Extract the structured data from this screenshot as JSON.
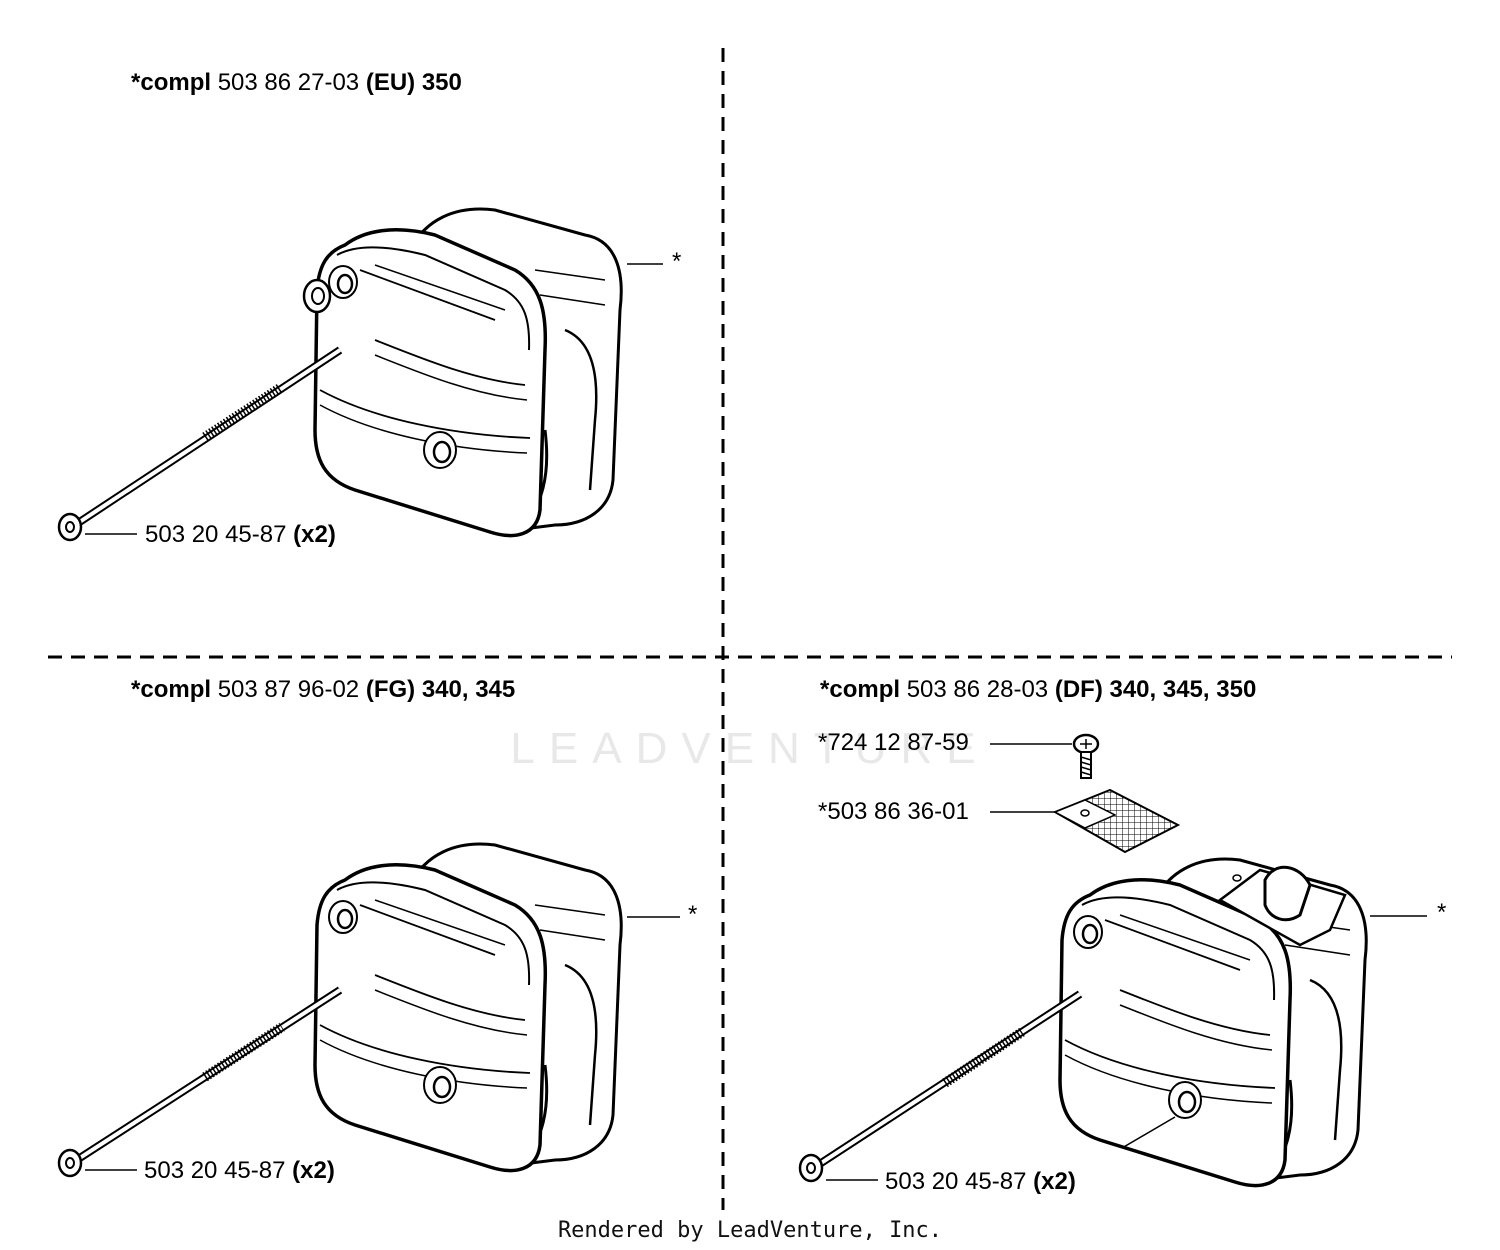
{
  "sections": [
    {
      "kit_prefix": "*compl",
      "kit_number": "503 86 27-03",
      "variant": "(EU)",
      "models": "350",
      "bolt": {
        "part": "503 20 45-87",
        "qty": "(x2)"
      },
      "muffler_ref": "*"
    },
    {
      "kit_prefix": "*compl",
      "kit_number": "503 87 96-02",
      "variant": "(FG)",
      "models": "340, 345",
      "bolt": {
        "part": "503 20 45-87",
        "qty": "(x2)"
      },
      "muffler_ref": "*"
    },
    {
      "kit_prefix": "*compl",
      "kit_number": "503 86 28-03",
      "variant": "(DF)",
      "models": "340, 345, 350",
      "screw": "*724 12 87-59",
      "screen": "*503 86 36-01",
      "bolt": {
        "part": "503 20 45-87",
        "qty": "(x2)"
      },
      "muffler_ref": "*"
    }
  ],
  "watermark": "LEADVENTURE",
  "footer": "Rendered by LeadVenture, Inc."
}
